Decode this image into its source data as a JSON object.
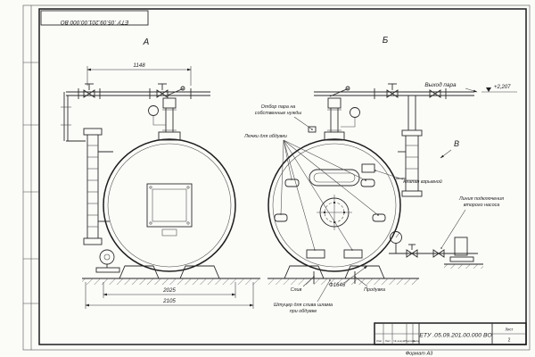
{
  "sheet": {
    "code_top_left": "ЕТУ .05.09.201.00.000 ВО",
    "format_label": "Формат А3"
  },
  "views": {
    "a": "А",
    "b": "Б",
    "v": "В"
  },
  "labels": {
    "steam_outlet": "Выход пара",
    "elevation": "+2,207",
    "steam_own_needs_1": "Отбор пара на",
    "steam_own_needs_2": "собственные нужды",
    "hatches": "Лючки для обдувки",
    "explosion_valve": "Клапан взрывной",
    "second_pump_1": "Линия подключения",
    "second_pump_2": "второго насоса",
    "drain": "Слив",
    "blowdown": "Продувка",
    "sludge_1": "Штуцер для слива шлама",
    "sludge_2": "при обдувке"
  },
  "dimensions": {
    "top_width": "1148",
    "base_width": "2025",
    "overall_width": "2105",
    "diameter": "Ф1646"
  },
  "title_block": {
    "doc_number": "ЕТУ .05.09.201.00.000 ВО",
    "row_labels": [
      "Изм",
      "Лист",
      "№ докум.",
      "Подпись",
      "Дата"
    ],
    "sheet_label": "Лист",
    "sheet_value": "2"
  }
}
